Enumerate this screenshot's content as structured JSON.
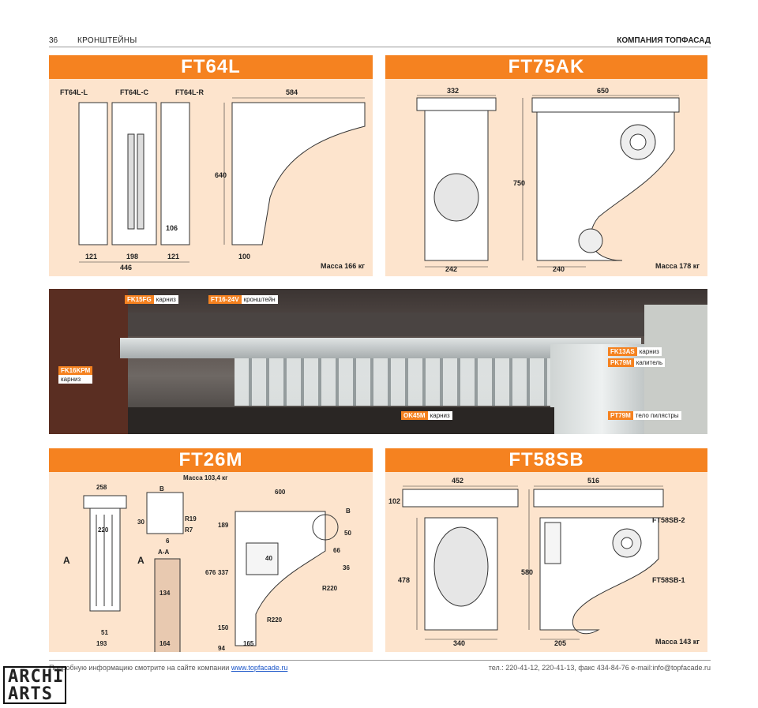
{
  "header": {
    "page_number": "36",
    "section": "КРОНШТЕЙНЫ",
    "company": "КОМПАНИЯ ТОПФАСАД"
  },
  "panels": {
    "ft64l": {
      "title": "FT64L",
      "labels": [
        "FT64L-L",
        "FT64L-C",
        "FT64L-R"
      ],
      "dims": [
        "584",
        "640",
        "106",
        "121",
        "198",
        "121",
        "446",
        "100"
      ],
      "mass": "Масса 166 кг"
    },
    "ft75ak": {
      "title": "FT75AK",
      "dims": [
        "332",
        "650",
        "750",
        "242",
        "240"
      ],
      "mass": "Масса 178 кг"
    },
    "ft26m": {
      "title": "FT26M",
      "mass": "Масса 103,4 кг",
      "dims": [
        "258",
        "220",
        "600",
        "B",
        "30",
        "R19",
        "6",
        "R7",
        "A-A",
        "134",
        "189",
        "337",
        "150",
        "676",
        "40",
        "R220",
        "R220",
        "66",
        "50",
        "36",
        "94",
        "51",
        "193",
        "164",
        "165",
        "A",
        "A",
        "B"
      ]
    },
    "ft58sb": {
      "title": "FT58SB",
      "dims": [
        "452",
        "516",
        "102",
        "478",
        "580",
        "340",
        "205"
      ],
      "labels": [
        "FT58SB-2",
        "FT58SB-1"
      ],
      "mass": "Масса 143 кг"
    }
  },
  "photo_tags": [
    {
      "code": "FK15FG",
      "desc": "карниз"
    },
    {
      "code": "FT16-24V",
      "desc": "кронштейн"
    },
    {
      "code": "FK16KPM",
      "desc": "карниз"
    },
    {
      "code": "FK13AS",
      "desc": "карниз"
    },
    {
      "code": "PK79M",
      "desc": "капитель"
    },
    {
      "code": "OK45M",
      "desc": "карниз"
    },
    {
      "code": "PT79M",
      "desc": "тело пилястры"
    }
  ],
  "footer": {
    "info": "Подробную информацию смотрите на сайте компании",
    "site": "www.topfacade.ru",
    "contacts": "тел.: 220-41-12, 220-41-13, факс 434-84-76 e-mail:info@topfacade.ru"
  },
  "logo": {
    "line1": "ARCHI",
    "line2": "ARTS"
  }
}
